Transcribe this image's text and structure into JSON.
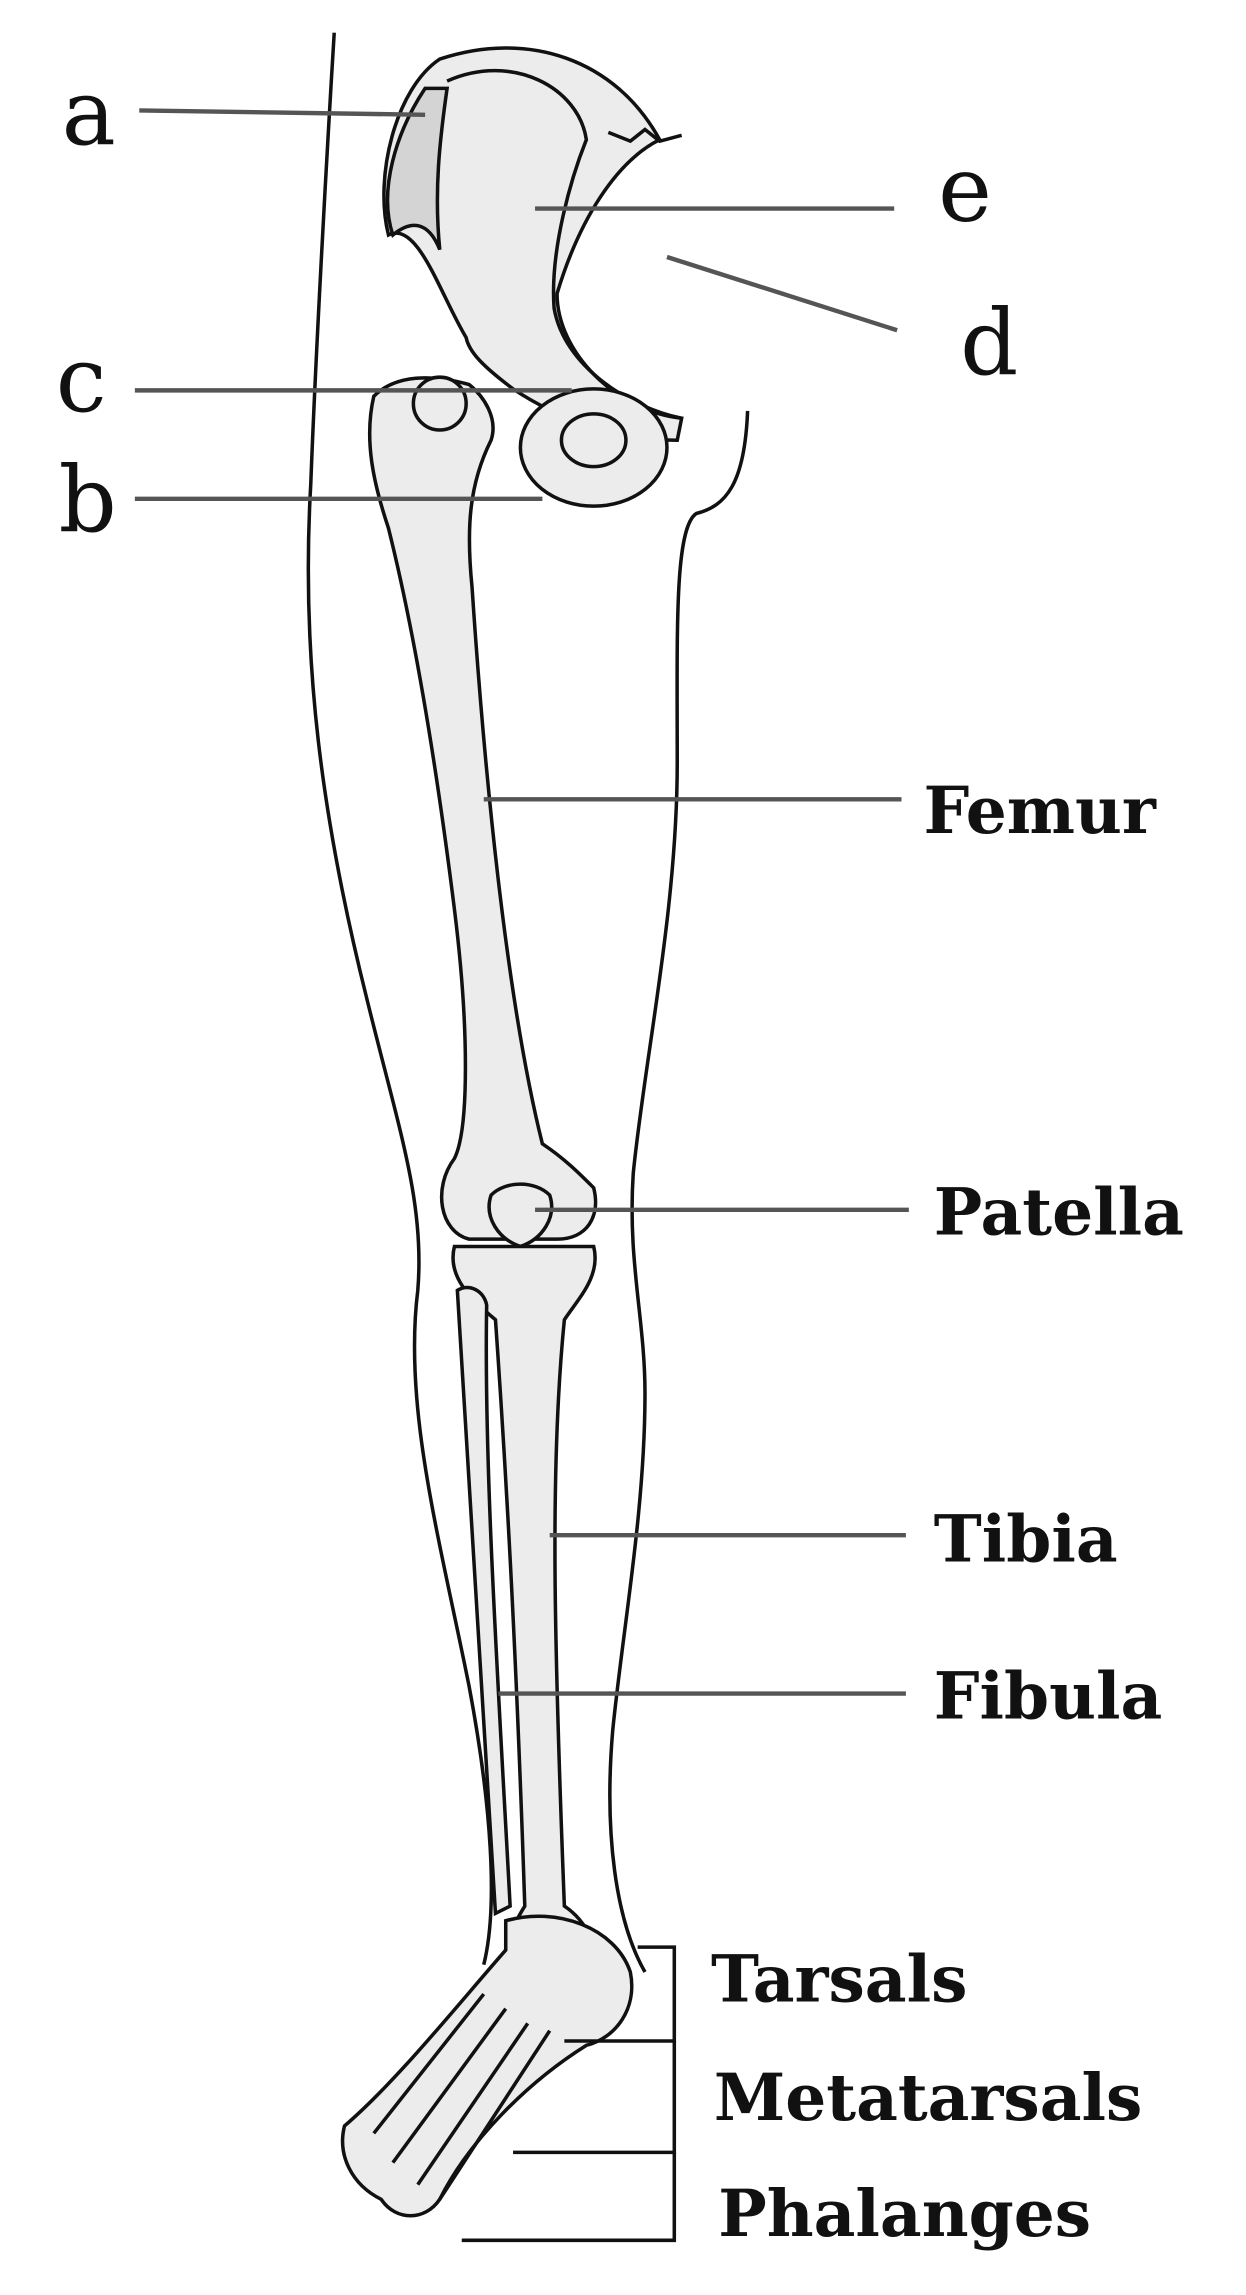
{
  "diagram": {
    "letter_labels": {
      "a": "a",
      "b": "b",
      "c": "c",
      "d": "d",
      "e": "e"
    },
    "bone_labels": {
      "femur": "Femur",
      "patella": "Patella",
      "tibia": "Tibia",
      "fibula": "Fibula",
      "tarsals": "Tarsals",
      "metatarsals": "Metatarsals",
      "phalanges": "Phalanges"
    }
  }
}
